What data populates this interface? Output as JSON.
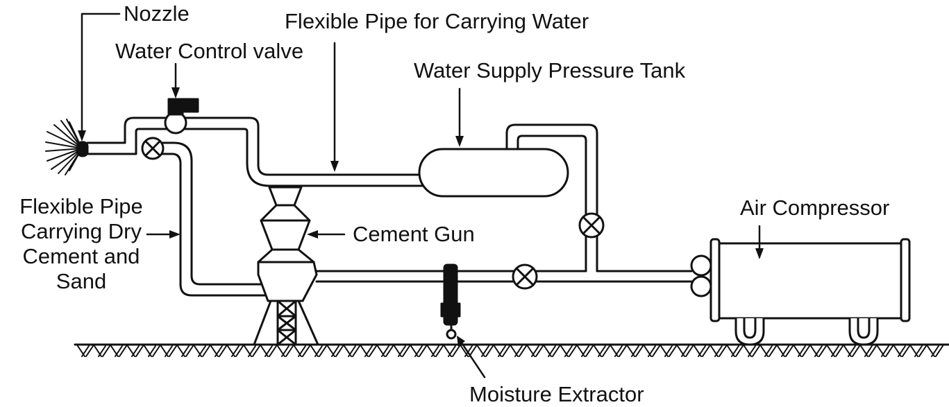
{
  "labels": {
    "nozzle": "Nozzle",
    "flexible_pipe_water": "Flexible Pipe for Carrying Water",
    "water_control_valve": "Water Control valve",
    "water_supply_tank": "Water Supply Pressure Tank",
    "flexible_pipe_dry_lines": [
      "Flexible Pipe",
      "Carrying Dry",
      "Cement and",
      "Sand"
    ],
    "air_compressor": "Air Compressor",
    "cement_gun": "Cement Gun",
    "moisture_extractor": "Moisture Extractor"
  },
  "colors": {
    "ink": "#111111",
    "background": "#ffffff"
  }
}
